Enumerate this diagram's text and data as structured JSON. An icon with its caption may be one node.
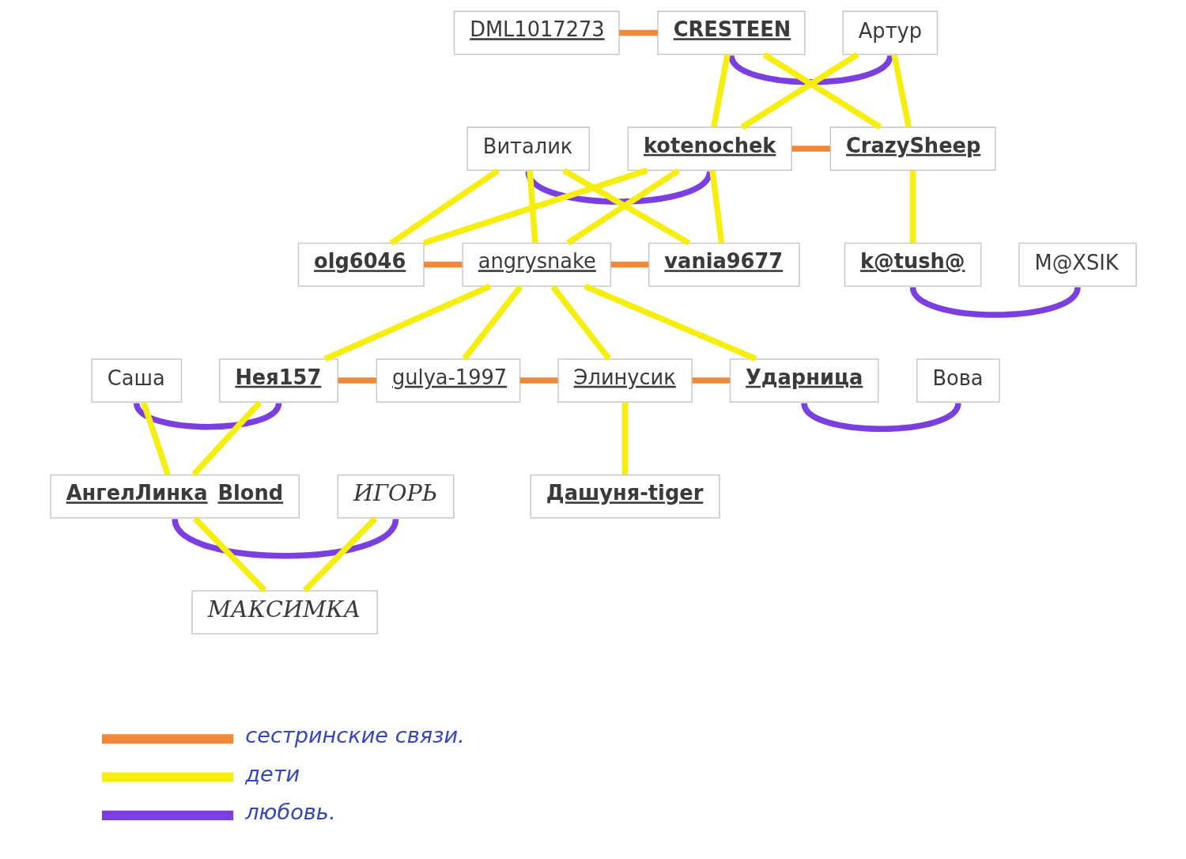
{
  "diagram": {
    "nodes": [
      {
        "text": [
          "DML1017273"
        ]
      },
      {
        "text": [
          "CRESTEEN"
        ]
      },
      {
        "text": [
          "Артур"
        ]
      },
      {
        "text": [
          "Виталик"
        ]
      },
      {
        "text": [
          "kotenochek"
        ]
      },
      {
        "text": [
          "CrazySheep"
        ]
      },
      {
        "text": [
          "olg6046"
        ]
      },
      {
        "text": [
          "angrysnake"
        ]
      },
      {
        "text": [
          "vania9677"
        ]
      },
      {
        "text": [
          "k@tush@"
        ]
      },
      {
        "text": [
          "M@XSIK"
        ]
      },
      {
        "text": [
          "Саша"
        ]
      },
      {
        "text": [
          "Нея157"
        ]
      },
      {
        "text": [
          "gulya-1997"
        ]
      },
      {
        "text": [
          "Элинусик"
        ]
      },
      {
        "text": [
          "Ударница"
        ]
      },
      {
        "text": [
          "Вова"
        ]
      },
      {
        "text": [
          "АнгелЛинка Blond"
        ]
      },
      {
        "text": [
          "ИГОРЬ"
        ]
      },
      {
        "text": [
          "Дашуня-tiger"
        ]
      },
      {
        "text": [
          "МАКСИМКА"
        ]
      }
    ],
    "edges": [
      {
        "from": 0,
        "to": 1,
        "arrow": "none",
        "color": "#f0883a"
      },
      {
        "from": 1,
        "to": 2,
        "arrow": "none",
        "color": "#7b3fe0"
      },
      {
        "from": 1,
        "to": 4,
        "arrow": "none"
      },
      {
        "from": 2,
        "to": 4,
        "arrow": "none"
      },
      {
        "from": 1,
        "to": 5,
        "arrow": "none"
      },
      {
        "from": 2,
        "to": 5,
        "arrow": "none"
      },
      {
        "from": 4,
        "to": 5,
        "arrow": "none",
        "color": "#f0883a"
      },
      {
        "from": 3,
        "to": 4,
        "arrow": "none",
        "color": "#7b3fe0"
      },
      {
        "from": 3,
        "to": 6,
        "arrow": "none"
      },
      {
        "from": 4,
        "to": 6,
        "arrow": "none"
      },
      {
        "from": 3,
        "to": 7,
        "arrow": "none"
      },
      {
        "from": 4,
        "to": 7,
        "arrow": "none"
      },
      {
        "from": 3,
        "to": 8,
        "arrow": "none"
      },
      {
        "from": 4,
        "to": 8,
        "arrow": "none"
      },
      {
        "from": 5,
        "to": 9,
        "arrow": "none"
      },
      {
        "from": 6,
        "to": 7,
        "arrow": "none",
        "color": "#f0883a"
      },
      {
        "from": 7,
        "to": 8,
        "arrow": "none",
        "color": "#f0883a"
      },
      {
        "from": 9,
        "to": 10,
        "arrow": "none",
        "color": "#7b3fe0"
      },
      {
        "from": 7,
        "to": 12,
        "arrow": "none"
      },
      {
        "from": 7,
        "to": 13,
        "arrow": "none"
      },
      {
        "from": 7,
        "to": 14,
        "arrow": "none"
      },
      {
        "from": 7,
        "to": 15,
        "arrow": "none"
      },
      {
        "from": 11,
        "to": 12,
        "arrow": "none",
        "color": "#7b3fe0"
      },
      {
        "from": 12,
        "to": 13,
        "arrow": "none",
        "color": "#f0883a"
      },
      {
        "from": 13,
        "to": 14,
        "arrow": "none",
        "color": "#f0883a"
      },
      {
        "from": 14,
        "to": 15,
        "arrow": "none",
        "color": "#f0883a"
      },
      {
        "from": 15,
        "to": 16,
        "arrow": "none",
        "color": "#7b3fe0"
      },
      {
        "from": 11,
        "to": 17,
        "arrow": "none"
      },
      {
        "from": 12,
        "to": 17,
        "arrow": "none"
      },
      {
        "from": 14,
        "to": 19,
        "arrow": "none"
      },
      {
        "from": 17,
        "to": 18,
        "arrow": "none",
        "color": "#7b3fe0"
      },
      {
        "from": 17,
        "to": 20,
        "arrow": "none"
      },
      {
        "from": 18,
        "to": 20,
        "arrow": "none"
      }
    ],
    "legend": [
      {
        "text": "сестринские связи.",
        "color": "#f0883a"
      },
      {
        "text": "дети",
        "color": "#f5ee10"
      },
      {
        "text": "любовь.",
        "color": "#7b3fe0"
      }
    ]
  }
}
